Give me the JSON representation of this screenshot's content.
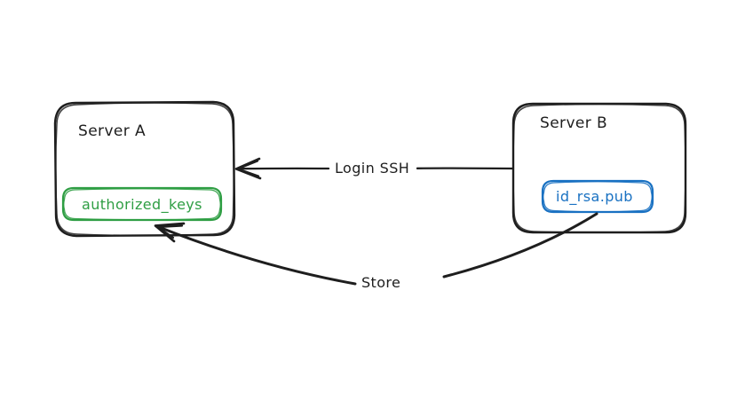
{
  "diagram": {
    "type": "flow-diagram",
    "style": "hand-drawn",
    "background": "#ffffff",
    "stroke_color": "#1e1e1e",
    "nodes": [
      {
        "id": "server-a",
        "title": "Server A",
        "chip": {
          "label": "authorized_keys",
          "color": "#2f9e44"
        }
      },
      {
        "id": "server-b",
        "title": "Server B",
        "chip": {
          "label": "id_rsa.pub",
          "color": "#1971c2"
        }
      }
    ],
    "edges": [
      {
        "id": "login-ssh",
        "label": "Login SSH",
        "from": "server-b",
        "to": "server-a",
        "shape": "straight",
        "arrowhead": "to"
      },
      {
        "id": "store",
        "label": "Store",
        "from": "server-b",
        "to": "server-a",
        "shape": "curved",
        "arrowhead": "to"
      }
    ]
  }
}
